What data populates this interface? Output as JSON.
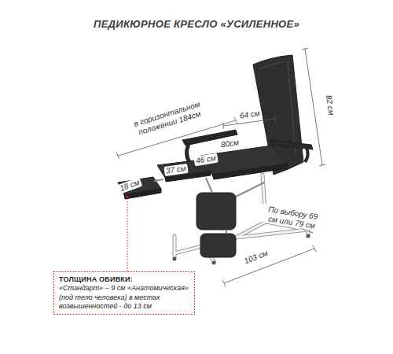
{
  "diagram": {
    "title": "ПЕДИКЮРНОЕ КРЕСЛО «УСИЛЕННОЕ»",
    "nodes": [
      {
        "text": [
          "ТОЛЩИНА ОБИВКИ:",
          "«Стандарт» – 9 см «Анатомическая» (под тело человека) в местах возвышенностей - до 13 см"
        ]
      }
    ],
    "labels": [
      "в горизонтальном положении 184см",
      "64 см",
      "82 см",
      "80см",
      "37 см",
      "46 см",
      "18 см",
      "По выбору 69 см или 79 см",
      "103 см"
    ]
  }
}
